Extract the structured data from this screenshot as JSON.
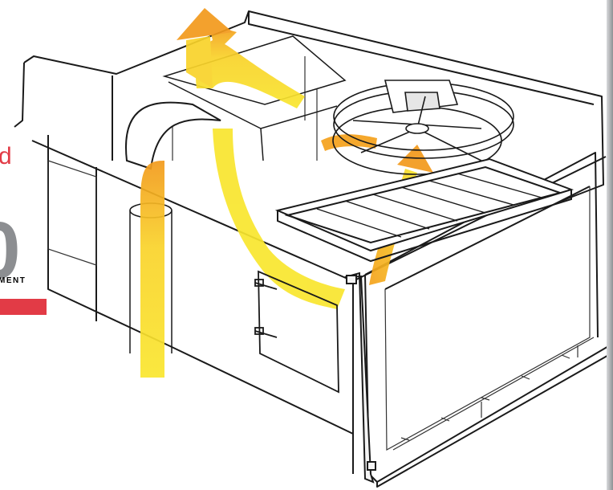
{
  "left_text": {
    "partial_word": "d",
    "big_number": "0",
    "caption": "MENT"
  },
  "colors": {
    "accent_red": "#e23b46",
    "number_gray": "#8c8e91",
    "airflow_yellow": "#f9e62e",
    "airflow_orange": "#f5a11c",
    "line": "#1a1a1a"
  },
  "icons": [
    "airflow-arrow-icon",
    "fan-icon",
    "filter-grille-icon"
  ]
}
